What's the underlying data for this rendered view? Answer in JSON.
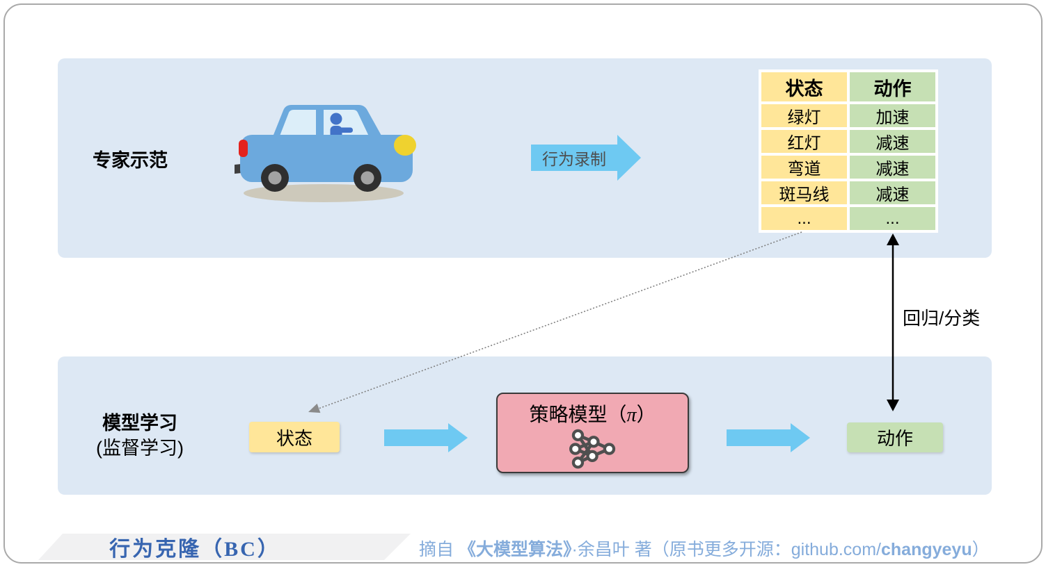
{
  "expert_panel": {
    "label": "专家示范"
  },
  "record_arrow": {
    "label": "行为录制"
  },
  "expert_table": {
    "state_header": "状态",
    "action_header": "动作",
    "rows": [
      {
        "state": "绿灯",
        "action": "加速"
      },
      {
        "state": "红灯",
        "action": "减速"
      },
      {
        "state": "弯道",
        "action": "减速"
      },
      {
        "state": "斑马线",
        "action": "减速"
      },
      {
        "state": "...",
        "action": "..."
      }
    ]
  },
  "regression_arrow": {
    "label": "回归/分类"
  },
  "learning_panel": {
    "label": "模型学习",
    "sublabel": "(监督学习)"
  },
  "flow": {
    "state_box": {
      "label": "状态"
    },
    "policy_box": {
      "title_prefix": "策略模型（",
      "pi": "π",
      "title_suffix": "）"
    },
    "action_box": {
      "label": "动作"
    }
  },
  "footer": {
    "title": "行为克隆（BC）",
    "attribution": {
      "prefix": "摘自 ",
      "book": "《大模型算法》",
      "middle": "·余昌叶 著（原书更多开源：github.com/",
      "github_user": "changyeyu",
      "suffix": "）"
    }
  },
  "icons": {
    "car": "car-icon",
    "neural_network": "neural-network-icon"
  },
  "colors": {
    "panel_blue": "#dde8f4",
    "cell_yellow": "#ffe699",
    "cell_green": "#c6e0b4",
    "policy_pink": "#f1a9b3",
    "arrow_blue": "#6ec9f2",
    "footer_title_blue": "#3765b0",
    "attribution_blue": "#85acdb"
  }
}
